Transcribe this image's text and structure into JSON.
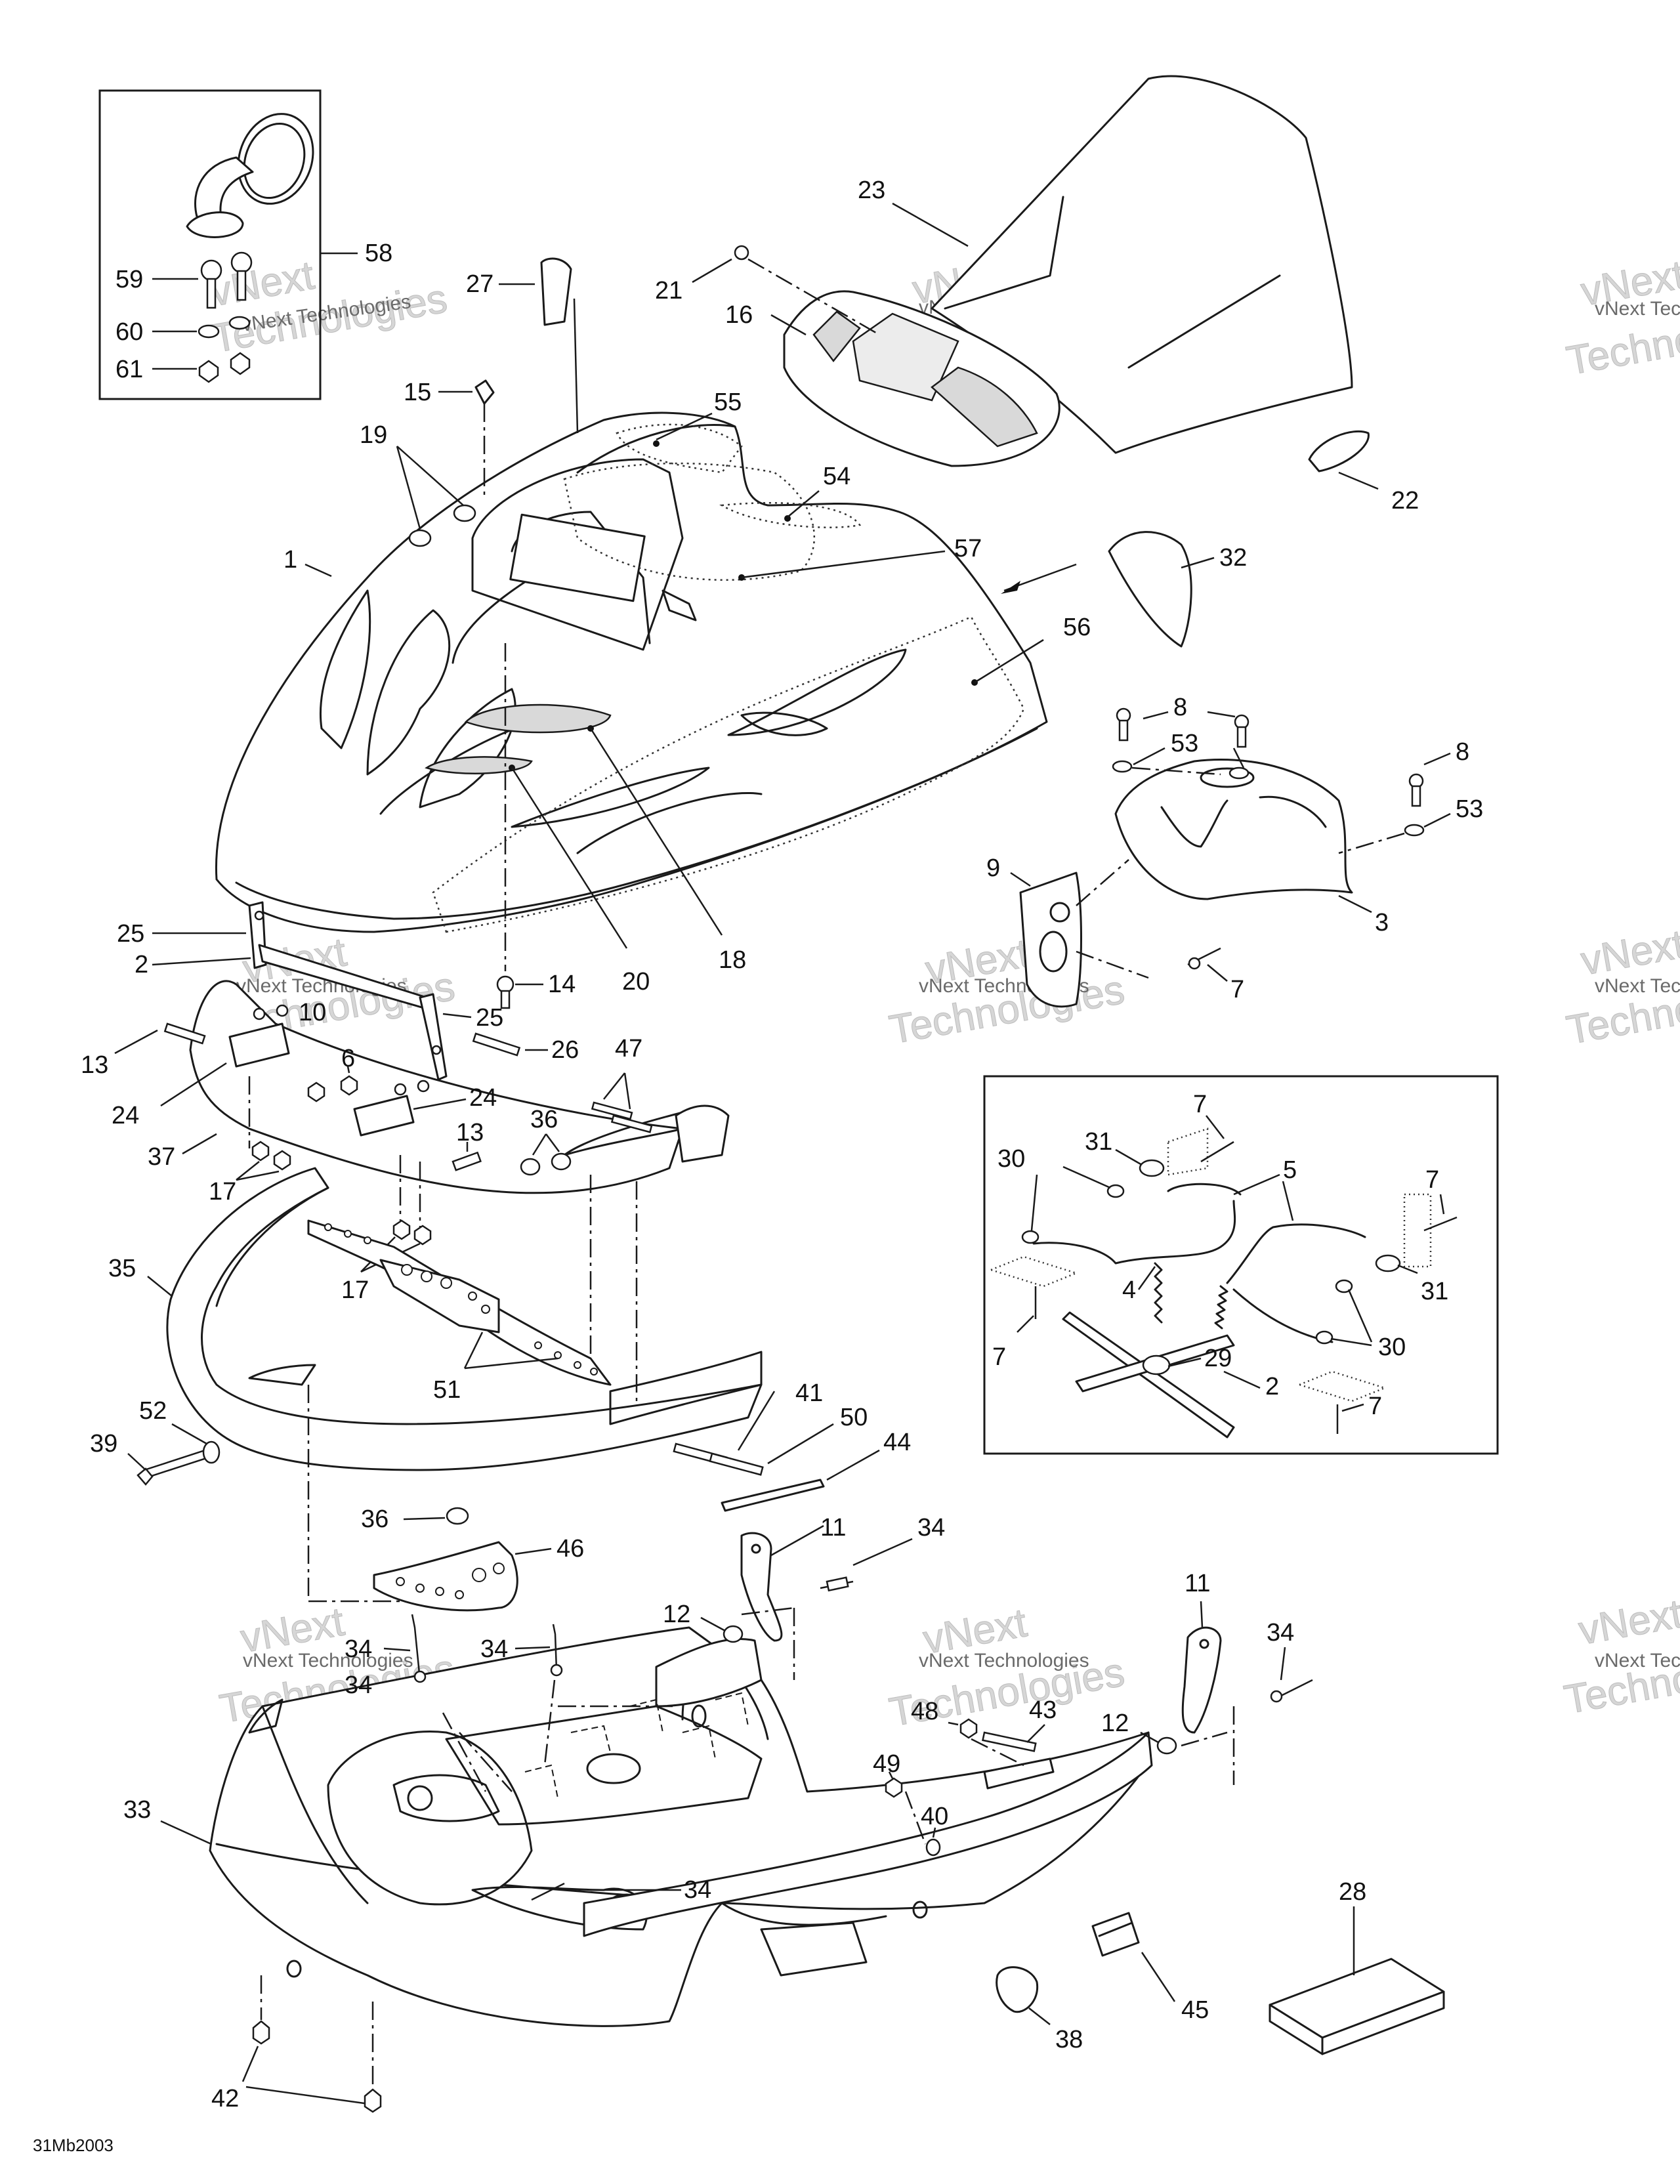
{
  "diagram_code": "31Mb2003",
  "watermark": {
    "line1": "vNext Technologies",
    "line2": "vNext",
    "line3": "Technologies"
  },
  "callouts": {
    "c1": "1",
    "c2": "2",
    "c2b": "2",
    "c3": "3",
    "c4": "4",
    "c5": "5",
    "c6": "6",
    "c7a": "7",
    "c7b": "7",
    "c7c": "7",
    "c7d": "7",
    "c7e": "7",
    "c8a": "8",
    "c8b": "8",
    "c9": "9",
    "c10": "10",
    "c11a": "11",
    "c11b": "11",
    "c12a": "12",
    "c12b": "12",
    "c13a": "13",
    "c13b": "13",
    "c14": "14",
    "c15": "15",
    "c16": "16",
    "c17a": "17",
    "c17b": "17",
    "c18": "18",
    "c19": "19",
    "c20": "20",
    "c21": "21",
    "c22": "22",
    "c23": "23",
    "c24a": "24",
    "c24b": "24",
    "c25a": "25",
    "c25b": "25",
    "c26": "26",
    "c27": "27",
    "c28": "28",
    "c29": "29",
    "c30a": "30",
    "c30b": "30",
    "c31a": "31",
    "c31b": "31",
    "c32": "32",
    "c33": "33",
    "c34a": "34",
    "c34b": "34",
    "c34c": "34",
    "c34d": "34",
    "c34e": "34",
    "c35": "35",
    "c36a": "36",
    "c36b": "36",
    "c37": "37",
    "c38": "38",
    "c39": "39",
    "c40": "40",
    "c41": "41",
    "c42": "42",
    "c43": "43",
    "c44": "44",
    "c45": "45",
    "c46": "46",
    "c47": "47",
    "c48": "48",
    "c49": "49",
    "c50": "50",
    "c51": "51",
    "c52": "52",
    "c53a": "53",
    "c53b": "53",
    "c54": "54",
    "c55": "55",
    "c56": "56",
    "c57": "57",
    "c58": "58",
    "c59": "59",
    "c60": "60",
    "c61": "61"
  }
}
